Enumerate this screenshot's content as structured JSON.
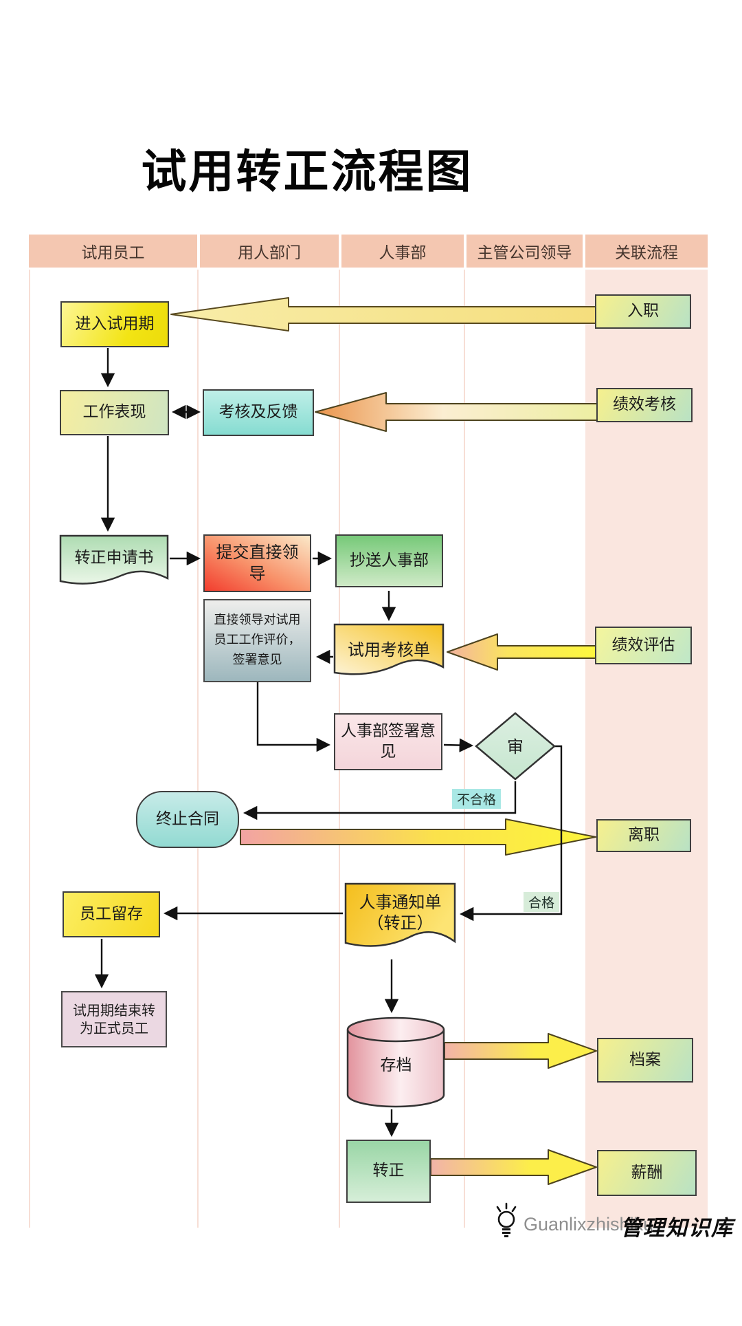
{
  "title": "试用转正流程图",
  "lanes": [
    "试用员工",
    "用人部门",
    "人事部",
    "主管公司领导",
    "关联流程"
  ],
  "nodes": {
    "enter_probation": "进入试用期",
    "onboarding": "入职",
    "work_performance": "工作表现",
    "assessment_feedback": "考核及反馈",
    "performance_review": "绩效考核",
    "transfer_application": "转正申请书",
    "submit_to_leader": "提交直接领导",
    "cc_hr": "抄送人事部",
    "probation_assessment_form": "试用考核单",
    "performance_evaluation": "绩效评估",
    "leader_note": "直接领导对试用员工工作评价，签署意见",
    "hr_sign_opinion": "人事部签署意见",
    "review": "审",
    "terminate_contract": "终止合同",
    "resignation": "离职",
    "hr_notice": "人事通知单\n（转正）",
    "employee_retention": "员工留存",
    "probation_end": "试用期结束转为正式员工",
    "archive_store": "存档",
    "archive": "档案",
    "regularization": "转正",
    "salary": "薪酬"
  },
  "edge_labels": {
    "fail": "不合格",
    "pass": "合格"
  },
  "footer": {
    "brand_latin": "Guanlixzhishiku",
    "brand_cn": "管理知识库"
  },
  "colors": {
    "header_bg": "#f4c7b1",
    "lane5_bg": "#fae6df",
    "grid_line": "#f7ded5",
    "box_border": "#3f3f3f",
    "connector": "#111111",
    "fail_label_bg": "#a9e8e5",
    "pass_label_bg": "#d7ecd9"
  }
}
